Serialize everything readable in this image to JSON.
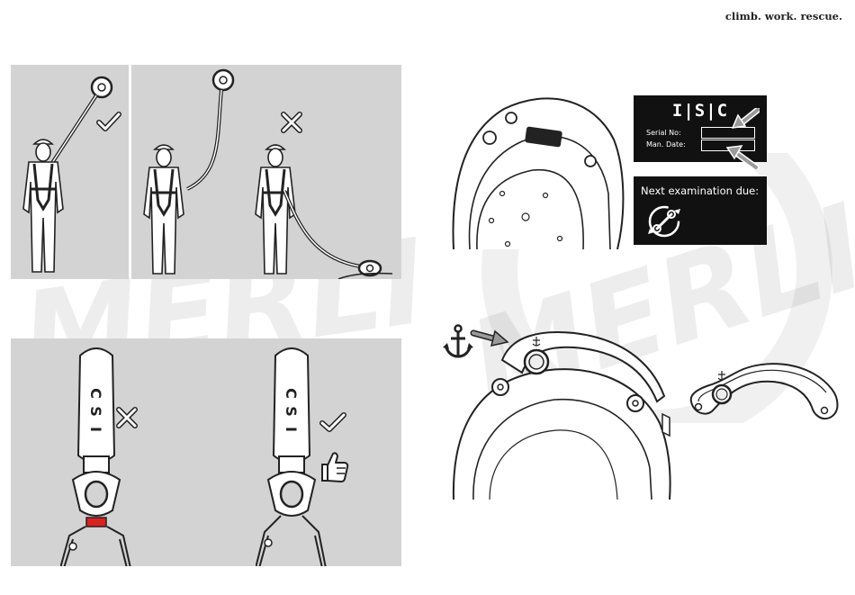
{
  "header": {
    "tagline": "climb. work. rescue."
  },
  "watermark": {
    "text": "MERLIN"
  },
  "serial_label": {
    "brand": "I|S|C",
    "serial_no": "Serial No:",
    "man_date": "Man. Date:"
  },
  "exam_label": {
    "title": "Next examination due:"
  },
  "swivel": {
    "housing_letters": [
      "C",
      "S",
      "I"
    ]
  },
  "icons": {
    "correct": "check-mark-icon",
    "incorrect": "cross-mark-icon",
    "approve": "thumbs-up-icon",
    "anchor": "anchor-icon",
    "service": "service-wrench-icon"
  },
  "colors": {
    "panel": "#d3d3d3",
    "label": "#111111",
    "swivel_marker": "#e02020",
    "arrow": "#9a9a9a"
  }
}
